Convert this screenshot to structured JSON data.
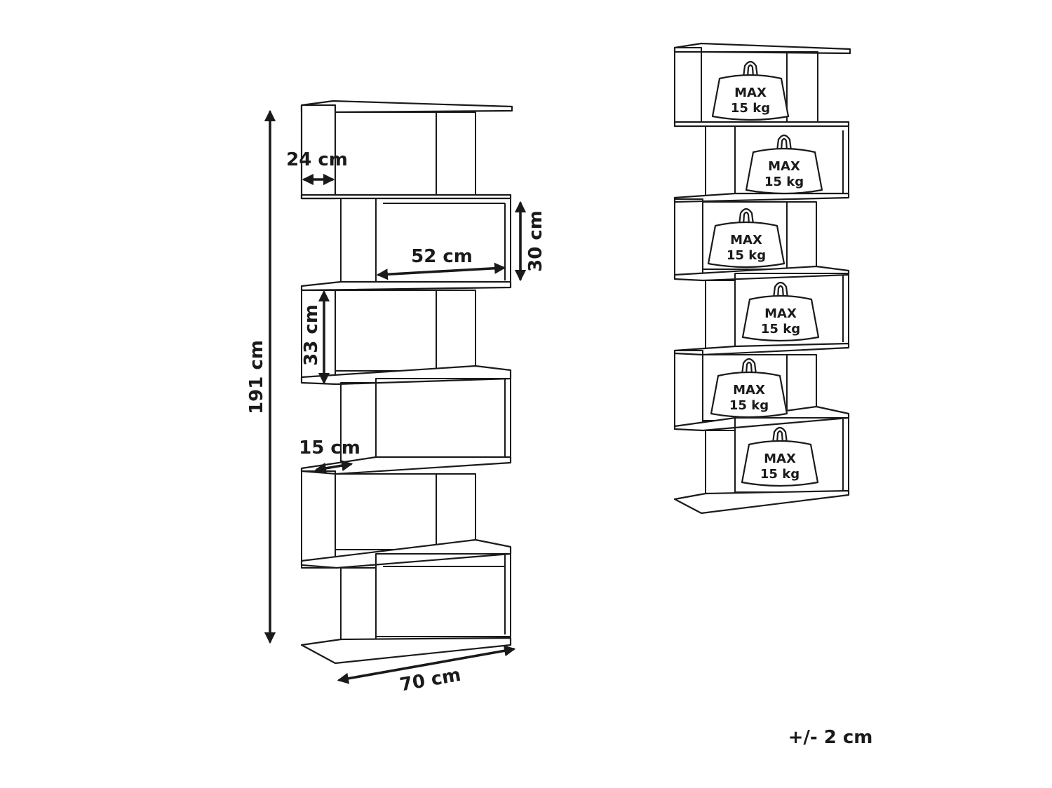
{
  "dimensions": {
    "height_total": "191 cm",
    "depth_top": "24 cm",
    "shelf_width": "52 cm",
    "shelf_height_small": "30 cm",
    "shelf_height_large": "33 cm",
    "depth_inner": "15 cm",
    "width_total": "70 cm"
  },
  "weights": [
    {
      "line1": "MAX",
      "line2": "15 kg"
    },
    {
      "line1": "MAX",
      "line2": "15 kg"
    },
    {
      "line1": "MAX",
      "line2": "15 kg"
    },
    {
      "line1": "MAX",
      "line2": "15 kg"
    },
    {
      "line1": "MAX",
      "line2": "15 kg"
    },
    {
      "line1": "MAX",
      "line2": "15 kg"
    }
  ],
  "tolerance": "+/- 2 cm",
  "colors": {
    "line": "#1a1a1a",
    "background": "#ffffff"
  }
}
